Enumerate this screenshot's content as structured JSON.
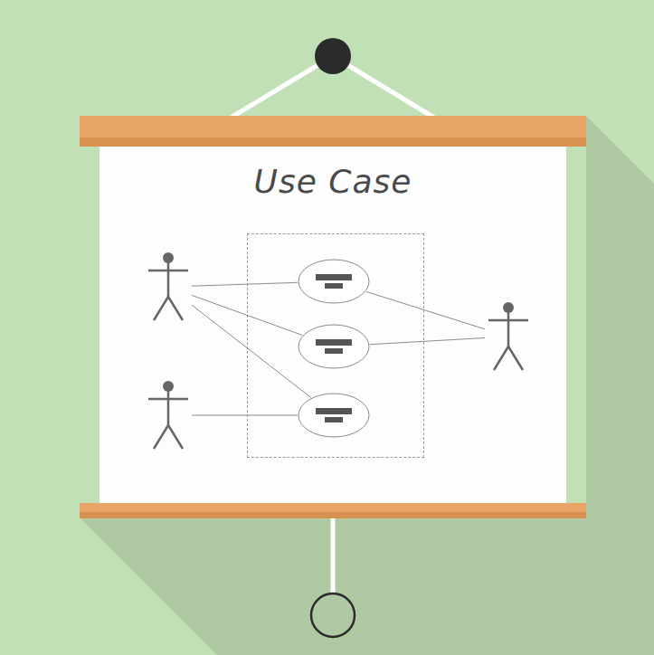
{
  "diagram": {
    "title": "Use Case",
    "nodes": [
      {
        "text": []
      },
      {
        "text": []
      },
      {
        "text": [],
        "in": 1
      },
      {
        "text": [],
        "in": 1
      },
      {
        "text": [],
        "in": 1
      },
      {
        "text": []
      },
      {
        "text": []
      }
    ],
    "edges": [
      {
        "from": 0,
        "to": 2,
        "arrow": "none"
      },
      {
        "from": 0,
        "to": 3,
        "arrow": "none"
      },
      {
        "from": 0,
        "to": 4,
        "arrow": "none"
      },
      {
        "from": 5,
        "to": 4,
        "arrow": "none"
      },
      {
        "from": 2,
        "to": 6,
        "arrow": "none"
      },
      {
        "from": 3,
        "to": 6,
        "arrow": "none"
      }
    ]
  }
}
